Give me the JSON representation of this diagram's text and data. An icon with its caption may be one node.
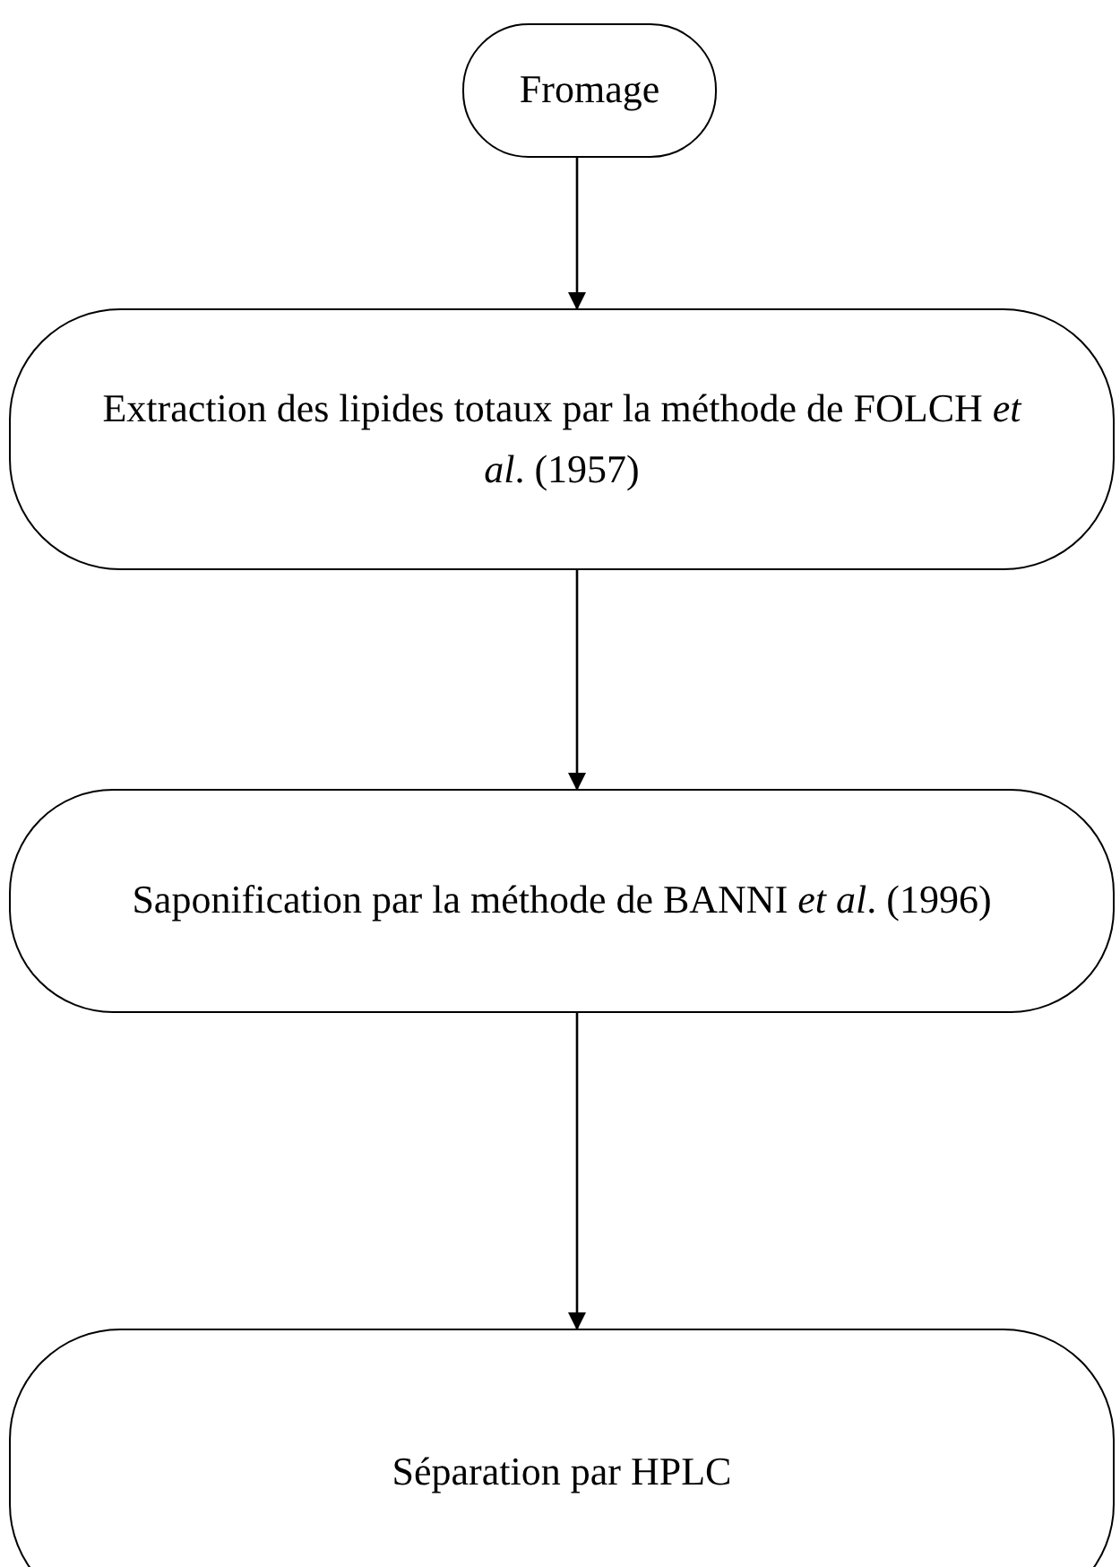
{
  "diagram": {
    "nodes": [
      {
        "text": [
          "Fromage"
        ]
      },
      {
        "text": [
          "Extraction des lipides totaux par la méthode de FOLCH *et al*. (1957)"
        ]
      },
      {
        "text": [
          "Saponification par la méthode de BANNI *et al*. (1996)"
        ]
      },
      {
        "text": [
          "Séparation par HPLC"
        ]
      }
    ],
    "edges": [
      {
        "from": 0,
        "to": 1,
        "arrow": "to"
      },
      {
        "from": 1,
        "to": 2,
        "arrow": "to"
      },
      {
        "from": 2,
        "to": 3,
        "arrow": "to"
      }
    ]
  }
}
